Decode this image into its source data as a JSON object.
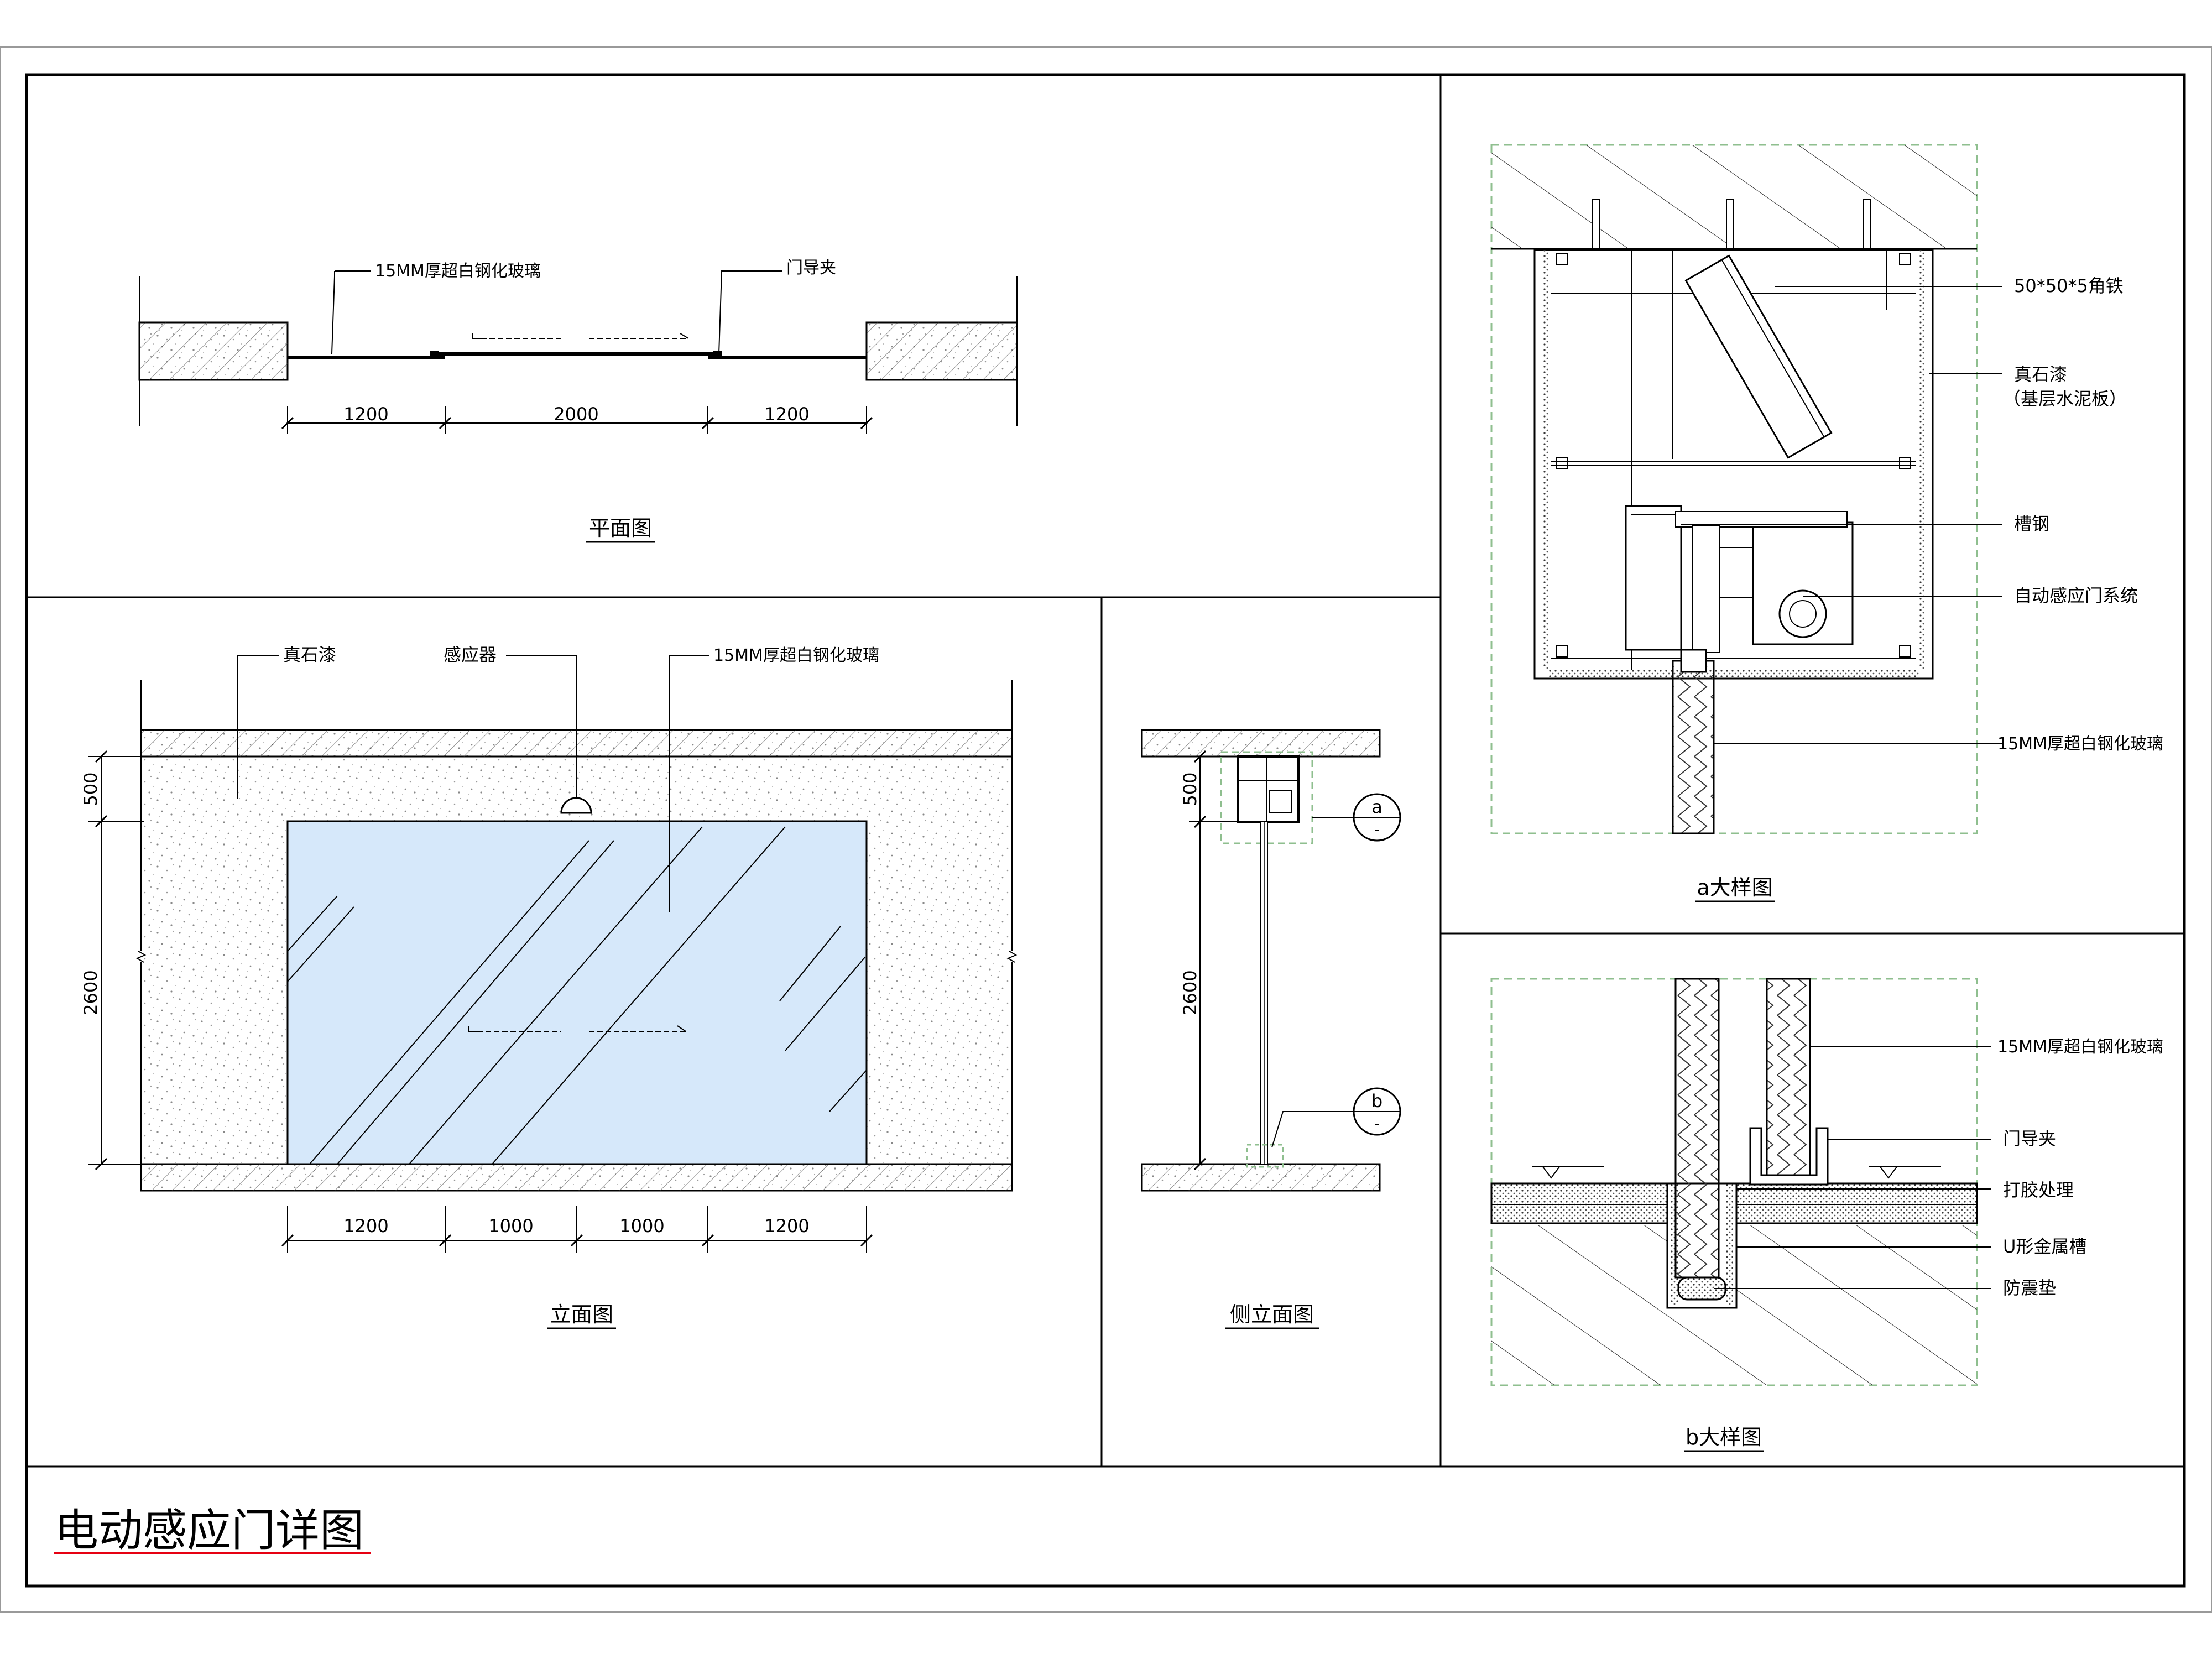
{
  "drawing_title": "电动感应门详图",
  "title_color": "#e60012",
  "glass_color": "#d6e8fa",
  "detail_border_color": "#8fbf8f",
  "plan": {
    "title": "平面图",
    "glass_label": "15MM厚超白钢化玻璃",
    "guide_label": "门导夹",
    "dims": [
      "1200",
      "2000",
      "1200"
    ]
  },
  "elevation": {
    "title": "立面图",
    "finish_label": "真石漆",
    "sensor_label": "感应器",
    "glass_label": "15MM厚超白钢化玻璃",
    "dims_h": [
      "1200",
      "1000",
      "1000",
      "1200"
    ],
    "dims_v": [
      "500",
      "2600"
    ]
  },
  "side": {
    "title": "侧立面图",
    "dims_v": [
      "500",
      "2600"
    ],
    "callout_a": "a",
    "callout_b": "b",
    "callout_sub": "-"
  },
  "detail_a": {
    "title": "a大样图",
    "labels": [
      "50*50*5角铁",
      "真石漆",
      "（基层水泥板）",
      "槽钢",
      "自动感应门系统",
      "15MM厚超白钢化玻璃"
    ]
  },
  "detail_b": {
    "title": "b大样图",
    "labels": [
      "15MM厚超白钢化玻璃",
      "门导夹",
      "打胶处理",
      "U形金属槽",
      "防震垫"
    ]
  }
}
